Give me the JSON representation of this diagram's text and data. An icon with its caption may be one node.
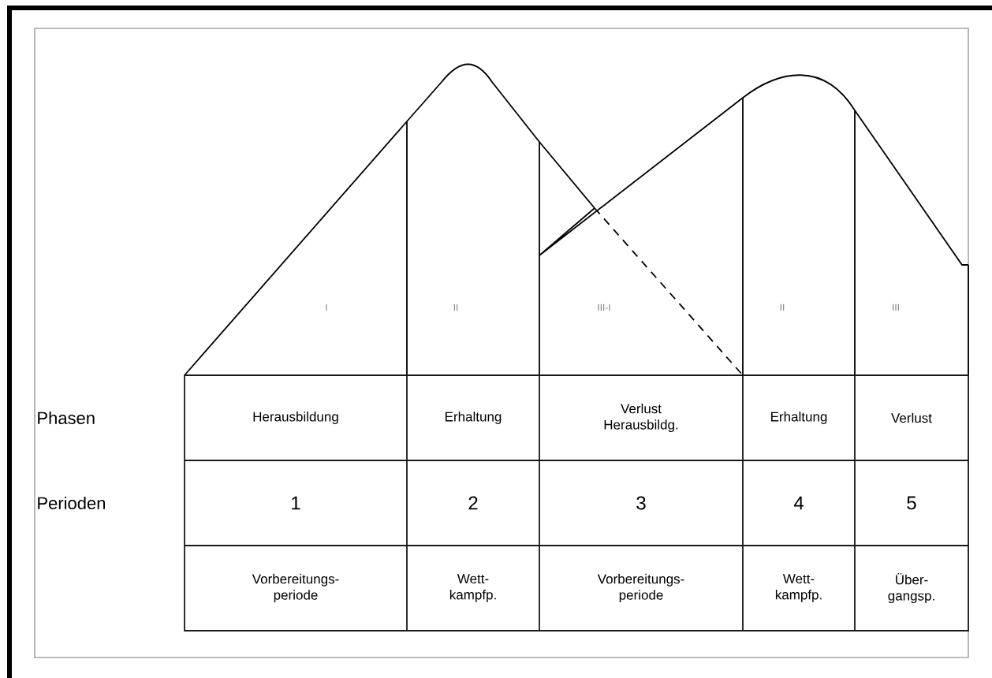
{
  "diagram": {
    "labels": [
      "I",
      "II",
      "III-I",
      "II",
      "III",
      "Phasen",
      "Herausbildung",
      "Erhaltung",
      "Verlust Herausbildg.",
      "Erhaltung",
      "Verlust",
      "Perioden",
      "1",
      "2",
      "3",
      "4",
      "5",
      "Vorbereitungs- periode",
      "Wett- kampfp.",
      "Vorbereitungs- periode",
      "Wett- kampfp.",
      "Über- gangsp."
    ]
  }
}
